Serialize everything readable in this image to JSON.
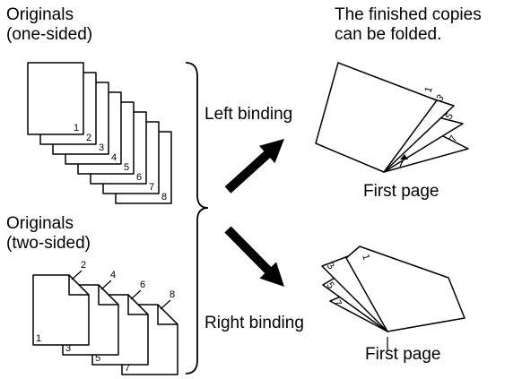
{
  "originals_one_sided": {
    "line1": "Originals",
    "line2": "(one-sided)"
  },
  "originals_two_sided": {
    "line1": "Originals",
    "line2": "(two-sided)"
  },
  "finished_note": {
    "line1": "The finished copies",
    "line2": "can be folded."
  },
  "left_binding": "Left binding",
  "right_binding": "Right binding",
  "first_page_top": "First page",
  "first_page_bottom": "First page",
  "one_sided_page_numbers": [
    "1",
    "2",
    "3",
    "4",
    "5",
    "6",
    "7",
    "8"
  ],
  "two_sided_front_numbers": [
    "1",
    "3",
    "5",
    "7"
  ],
  "two_sided_back_numbers": [
    "2",
    "4",
    "6",
    "8"
  ],
  "left_bound_page_numbers": [
    "1",
    "3",
    "5",
    "7"
  ],
  "right_bound_page_numbers": [
    "1",
    "3",
    "5",
    "7"
  ]
}
